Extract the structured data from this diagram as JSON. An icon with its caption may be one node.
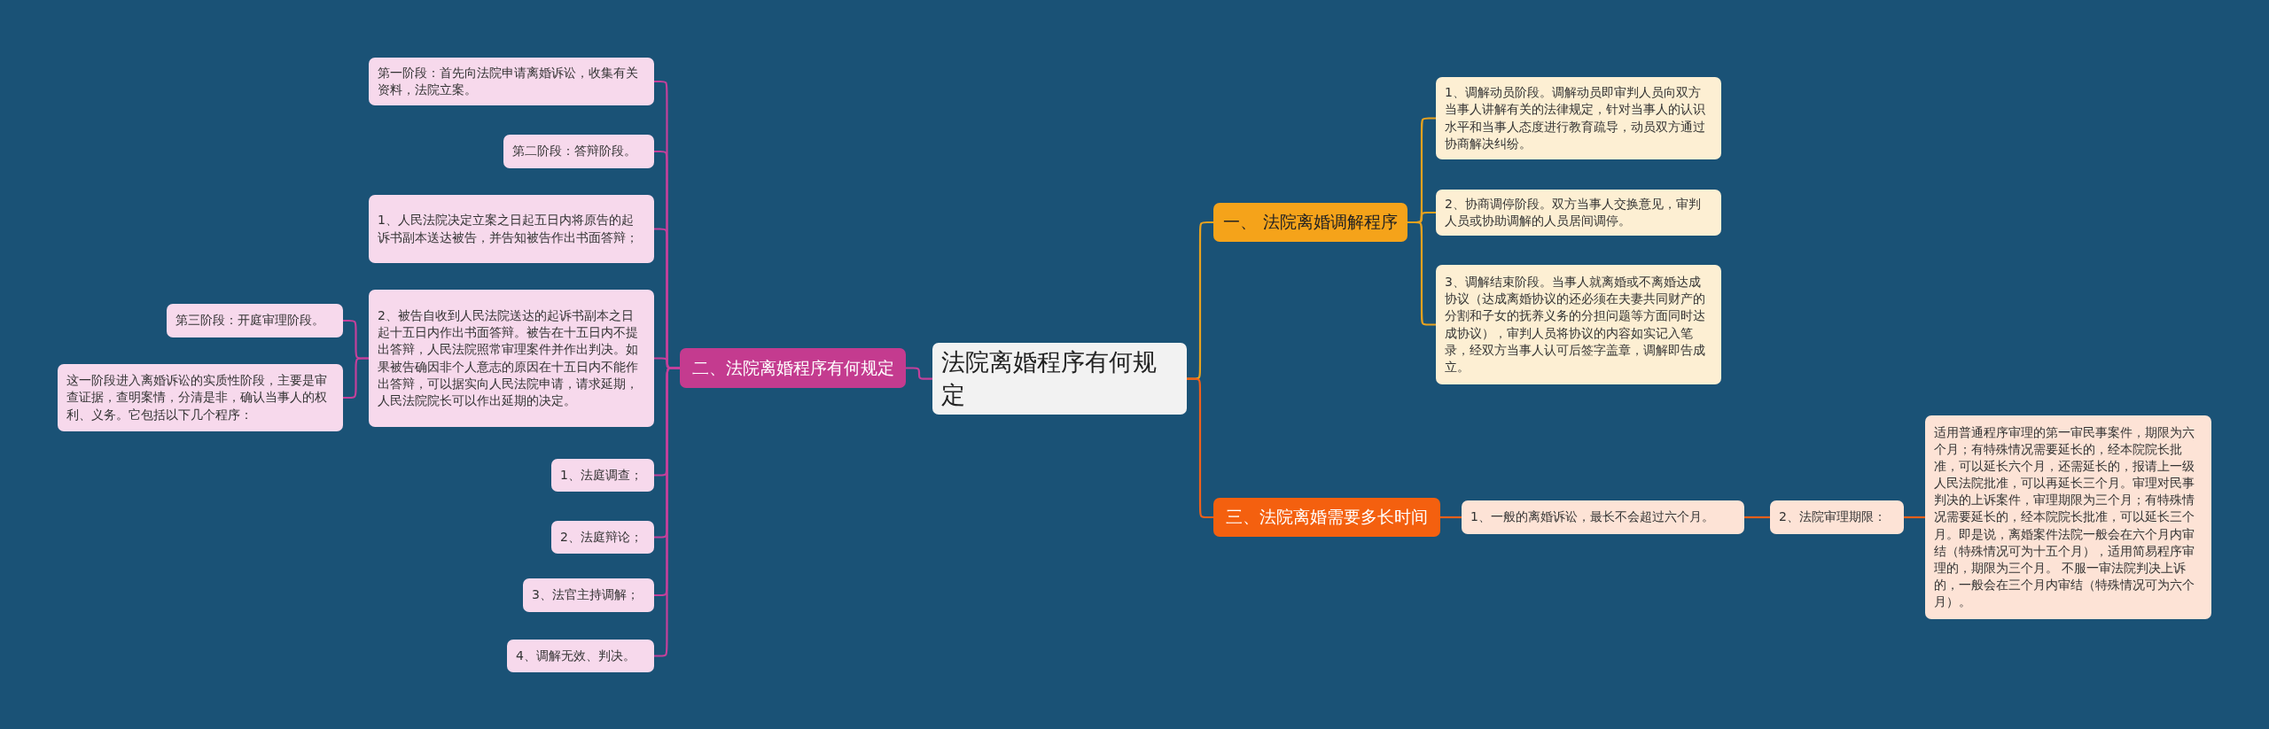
{
  "diagram": {
    "nodes": [
      {
        "text": [
          "法院离婚程序有何规定"
        ]
      },
      {
        "text": [
          "二、法院离婚程序有何规定"
        ]
      },
      {
        "text": [
          "第一阶段：首先向法院申请离婚诉讼，收集有关资料，法院立案。"
        ]
      },
      {
        "text": [
          "第二阶段：答辩阶段。"
        ]
      },
      {
        "text": [
          "1、人民法院决定立案之日起五日内将原告的起诉书副本送达被告，并告知被告作出书面答辩；"
        ]
      },
      {
        "text": [
          "2、被告自收到人民法院送达的起诉书副本之日起十五日内作出书面答辩。被告在十五日内不提出答辩，人民法院照常审理案件并作出判决。如果被告确因非个人意志的原因在十五日内不能作出答辩，可以据实向人民法院申请，请求延期，人民法院院长可以作出延期的决定。"
        ]
      },
      {
        "text": [
          "第三阶段：开庭审理阶段。"
        ]
      },
      {
        "text": [
          "这一阶段进入离婚诉讼的实质性阶段，主要是审查证据，查明案情，分清是非，确认当事人的权利、义务。它包括以下几个程序："
        ]
      },
      {
        "text": [
          "1、法庭调查；"
        ]
      },
      {
        "text": [
          "2、法庭辩论；"
        ]
      },
      {
        "text": [
          "3、法官主持调解；"
        ]
      },
      {
        "text": [
          "4、调解无效、判决。"
        ]
      },
      {
        "text": [
          "一、 法院离婚调解程序"
        ]
      },
      {
        "text": [
          "1、调解动员阶段。调解动员即审判人员向双方当事人讲解有关的法律规定，针对当事人的认识水平和当事人态度进行教育疏导，动员双方通过协商解决纠纷。"
        ]
      },
      {
        "text": [
          "2、协商调停阶段。双方当事人交换意见，审判人员或协助调解的人员居间调停。"
        ]
      },
      {
        "text": [
          "3、调解结束阶段。当事人就离婚或不离婚达成协议（达成离婚协议的还必须在夫妻共同财产的分割和子女的抚养义务的分担问题等方面同时达成协议），审判人员将协议的内容如实记入笔录，经双方当事人认可后签字盖章，调解即告成立。"
        ]
      },
      {
        "text": [
          "三、法院离婚需要多长时间"
        ]
      },
      {
        "text": [
          "1、一般的离婚诉讼，最长不会超过六个月。"
        ]
      },
      {
        "text": [
          "2、法院审理期限："
        ]
      },
      {
        "text": [
          "适用普通程序审理的第一审民事案件，期限为六个月；有特殊情况需要延长的，经本院院长批准，可以延长六个月，还需延长的，报请上一级人民法院批准，可以再延长三个月。审理对民事判决的上诉案件，审理期限为三个月；有特殊情况需要延长的，经本院院长批准，可以延长三个月。即是说，离婚案件法院一般会在六个月内审结（特殊情况可为十五个月），适用简易程序审理的，期限为三个月。 不服一审法院判决上诉的，一般会在三个月内审结（特殊情况可为六个月）。"
        ]
      }
    ],
    "edges": [
      {
        "from": 0,
        "to": 1,
        "arrow": "none"
      },
      {
        "from": 1,
        "to": 2,
        "arrow": "none"
      },
      {
        "from": 1,
        "to": 3,
        "arrow": "none"
      },
      {
        "from": 1,
        "to": 4,
        "arrow": "none"
      },
      {
        "from": 1,
        "to": 5,
        "arrow": "none"
      },
      {
        "from": 5,
        "to": 6,
        "arrow": "none"
      },
      {
        "from": 5,
        "to": 7,
        "arrow": "none"
      },
      {
        "from": 1,
        "to": 8,
        "arrow": "none"
      },
      {
        "from": 1,
        "to": 9,
        "arrow": "none"
      },
      {
        "from": 1,
        "to": 10,
        "arrow": "none"
      },
      {
        "from": 1,
        "to": 11,
        "arrow": "none"
      },
      {
        "from": 0,
        "to": 12,
        "arrow": "none",
        "color": "#e8a21e"
      },
      {
        "from": 12,
        "to": 13,
        "arrow": "none",
        "color": "#e8a21e"
      },
      {
        "from": 12,
        "to": 14,
        "arrow": "none",
        "color": "#e8a21e"
      },
      {
        "from": 12,
        "to": 15,
        "arrow": "none",
        "color": "#e8a21e"
      },
      {
        "from": 0,
        "to": 16,
        "arrow": "none",
        "color": "#f0601a"
      },
      {
        "from": 16,
        "to": 17,
        "arrow": "none",
        "color": "#f0601a"
      },
      {
        "from": 17,
        "to": 18,
        "arrow": "none",
        "color": "#f0601a"
      },
      {
        "from": 18,
        "to": 19,
        "arrow": "none",
        "color": "#f0601a"
      }
    ]
  }
}
